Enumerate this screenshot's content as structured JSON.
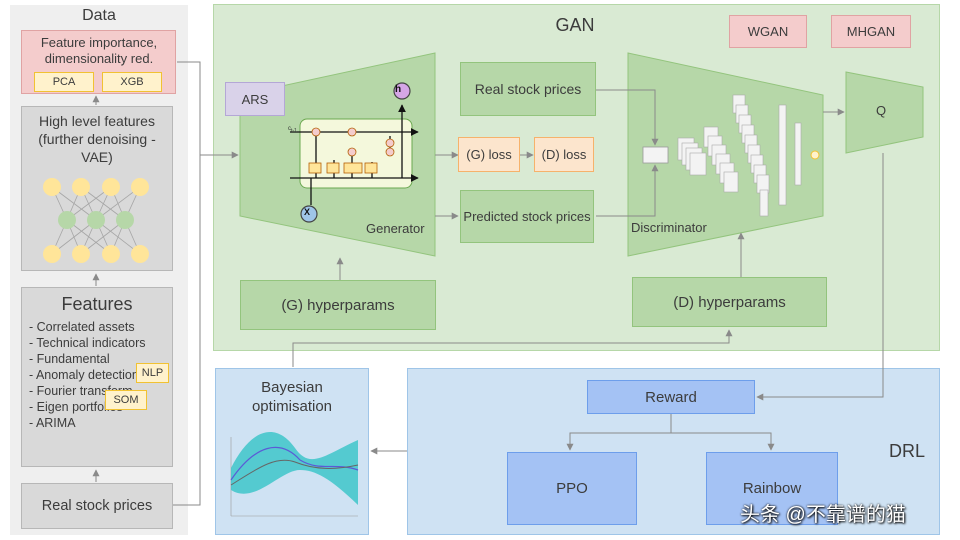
{
  "data_panel": {
    "title": "Data",
    "feature_importance": "Feature importance, dimensionality red.",
    "pca": "PCA",
    "xgb": "XGB",
    "high_level": "High level features (further denoising - VAE)",
    "features_title": "Features",
    "features_list": [
      "- Correlated assets",
      "- Technical indicators",
      "- Fundamental",
      "- Anomaly detection",
      "- Fourier transform",
      "- Eigen portfolios",
      "- ARIMA"
    ],
    "nlp": "NLP",
    "som": "SOM",
    "real_prices": "Real stock prices"
  },
  "gan": {
    "title": "GAN",
    "wgan": "WGAN",
    "mhgan": "MHGAN",
    "ars": "ARS",
    "generator": "Generator",
    "discriminator": "Discriminator",
    "real_prices": "Real stock prices",
    "g_loss": "(G) loss",
    "d_loss": "(D) loss",
    "predicted": "Predicted stock prices",
    "g_hyper": "(G) hyperparams",
    "d_hyper": "(D) hyperparams",
    "q": "Q",
    "lstm_h": "h",
    "lstm_x": "X"
  },
  "bayes": {
    "title": "Bayesian optimisation"
  },
  "drl": {
    "title": "DRL",
    "reward": "Reward",
    "ppo": "PPO",
    "rainbow": "Rainbow"
  },
  "watermark": "头条 @不靠谱的猫"
}
